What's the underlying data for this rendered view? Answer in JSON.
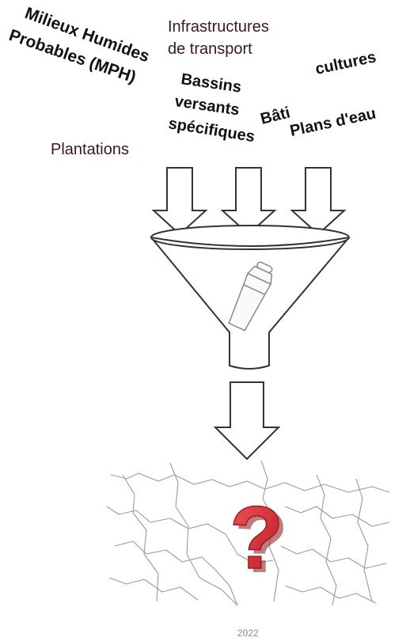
{
  "inputs": {
    "milieux_line1": "Milieux Humides",
    "milieux_line2": "Probables (MPH)",
    "infra_line1": "Infrastructures",
    "infra_line2": "de transport",
    "bassins_line1": "Bassins",
    "bassins_line2": "versants",
    "bassins_line3": "spécifiques",
    "bati": "Bâti",
    "cultures": "cultures",
    "plans_eau": "Plans d'eau",
    "plantations": "Plantations"
  },
  "output": {
    "question_mark": "?",
    "year": "2022"
  },
  "colors": {
    "question_red": "#d8262c",
    "question_shadow": "#8a1418",
    "stroke": "#333333"
  },
  "icons": {
    "funnel": "funnel-icon",
    "shaker": "cocktail-shaker-icon",
    "arrow": "down-arrow-icon",
    "map": "river-network-map"
  }
}
